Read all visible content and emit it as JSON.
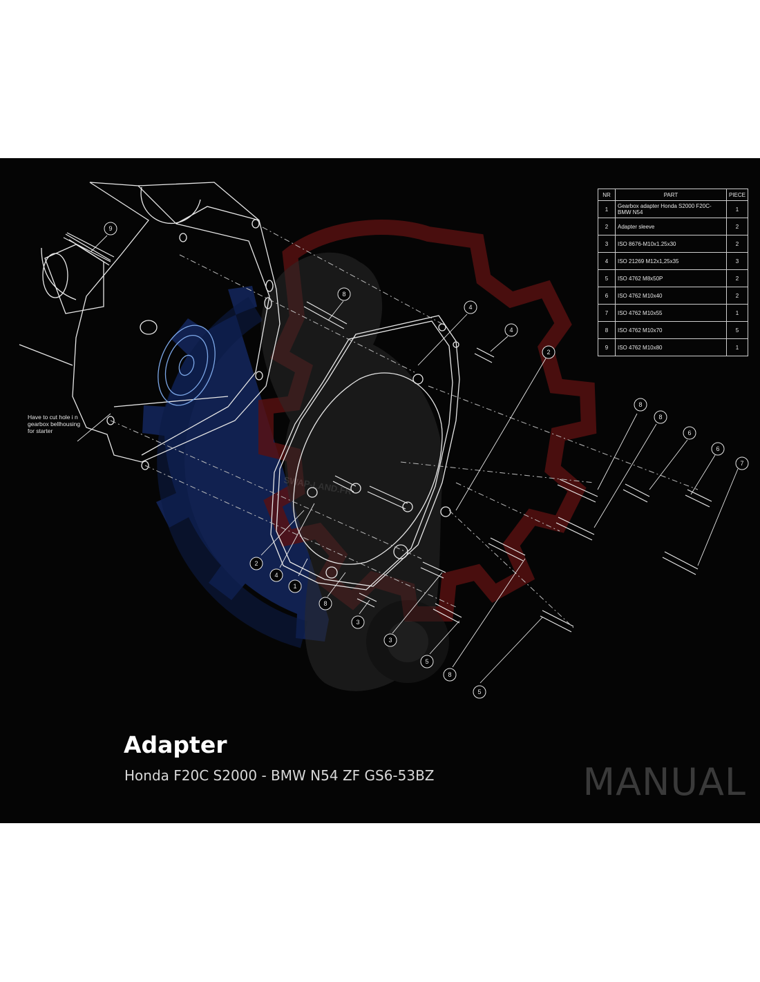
{
  "parts_table": {
    "headers": [
      "NR",
      "PART",
      "PIECE"
    ],
    "rows": [
      {
        "nr": "1",
        "part": "Gearbox adapter Honda S2000 F20C-BMW N54",
        "piece": "1"
      },
      {
        "nr": "2",
        "part": "Adapter sleeve",
        "piece": "2"
      },
      {
        "nr": "3",
        "part": "ISO 8676-M10x1.25x30",
        "piece": "2"
      },
      {
        "nr": "4",
        "part": "ISO 21269 M12x1,25x35",
        "piece": "3"
      },
      {
        "nr": "5",
        "part": "ISO 4762 M8x50P",
        "piece": "2"
      },
      {
        "nr": "6",
        "part": "ISO 4762 M10x40",
        "piece": "2"
      },
      {
        "nr": "7",
        "part": "ISO 4762 M10x55",
        "piece": "1"
      },
      {
        "nr": "8",
        "part": "ISO 4762 M10x70",
        "piece": "5"
      },
      {
        "nr": "9",
        "part": "ISO 4762 M10x80",
        "piece": "1"
      }
    ]
  },
  "note": "Have to cut hole i n gearbox bellhousing for starter",
  "watermark_text": "SWAP-LAND.FR",
  "title": "Adapter",
  "subtitle": "Honda F20C S2000 - BMW N54 ZF GS6-53BZ",
  "brand": "MANUAL",
  "callouts": [
    {
      "label": "9"
    },
    {
      "label": "8"
    },
    {
      "label": "4"
    },
    {
      "label": "4"
    },
    {
      "label": "2"
    },
    {
      "label": "8"
    },
    {
      "label": "8"
    },
    {
      "label": "6"
    },
    {
      "label": "6"
    },
    {
      "label": "7"
    },
    {
      "label": "2"
    },
    {
      "label": "4"
    },
    {
      "label": "1"
    },
    {
      "label": "8"
    },
    {
      "label": "3"
    },
    {
      "label": "3"
    },
    {
      "label": "5"
    },
    {
      "label": "8"
    },
    {
      "label": "5"
    }
  ],
  "colors": {
    "background": "#050505",
    "line": "#e8e8e8",
    "accent_blue": "#1b2f6e",
    "accent_red": "#6e1414",
    "brand_gray": "#3a3a3a"
  }
}
